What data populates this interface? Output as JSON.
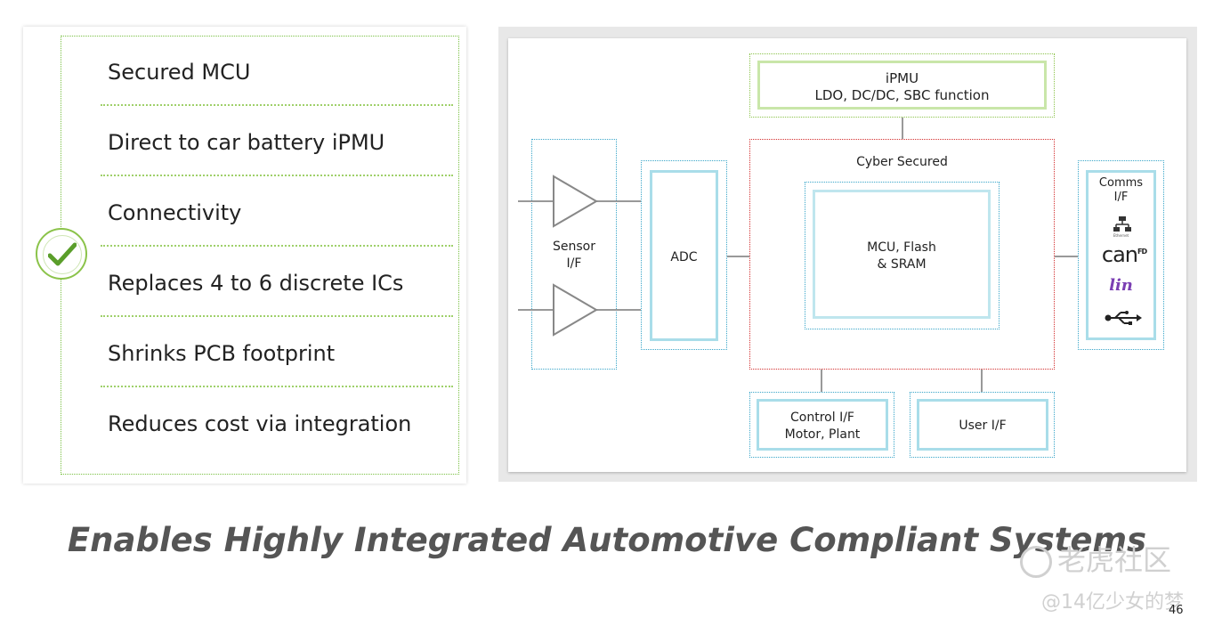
{
  "features": {
    "items": [
      "Secured MCU",
      "Direct to car battery iPMU",
      "Connectivity",
      "Replaces 4 to 6 discrete ICs",
      "Shrinks PCB footprint",
      "Reduces cost via integration"
    ]
  },
  "diagram": {
    "ipmu": {
      "line1": "iPMU",
      "line2": "LDO, DC/DC, SBC function"
    },
    "cyber": {
      "label": "Cyber Secured"
    },
    "mcu": {
      "line1": "MCU, Flash",
      "line2": "& SRAM"
    },
    "sensor": {
      "line1": "Sensor",
      "line2": "I/F"
    },
    "adc": {
      "label": "ADC"
    },
    "comms": {
      "line1": "Comms",
      "line2": "I/F",
      "ethernet_label": "Ethernet",
      "can_label": "can",
      "can_sup": "FD",
      "lin_label": "lin"
    },
    "control": {
      "line1": "Control I/F",
      "line2": "Motor, Plant"
    },
    "user": {
      "label": "User I/F"
    }
  },
  "headline": "Enables Highly Integrated Automotive Compliant Systems",
  "watermark": {
    "logo": "老虎社区",
    "sub": "@14亿少女的梦"
  },
  "page_number": "46",
  "colors": {
    "accent_green": "#8bc34a",
    "secure_red": "#d32f2f",
    "block_teal": "#a9dde9"
  }
}
